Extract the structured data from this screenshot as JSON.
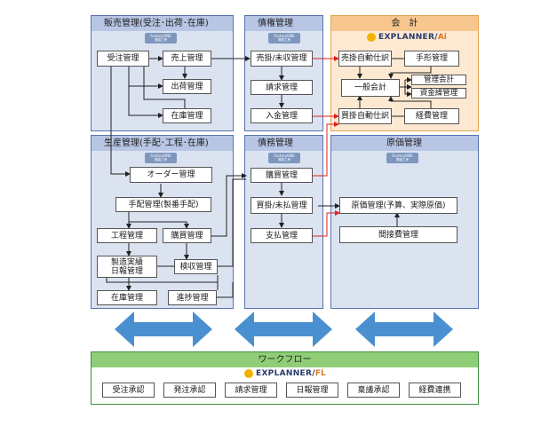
{
  "panels": {
    "sales": {
      "title": "販売管理(受注･出荷･在庫)",
      "logo_1": "FactoryONE",
      "logo_2": "電脳工房"
    },
    "receivables": {
      "title": "債権管理",
      "logo_1": "FactoryONE",
      "logo_2": "電脳工房"
    },
    "accounting": {
      "title": "会　計",
      "product_name": "EXPLANNER/",
      "product_suffix": "Ai"
    },
    "production": {
      "title": "生産管理(手配･工程･在庫)",
      "logo_1": "FactoryONE",
      "logo_2": "電脳工房"
    },
    "payables": {
      "title": "債務管理",
      "logo_1": "FactoryONE",
      "logo_2": "電脳工房"
    },
    "costing": {
      "title": "原価管理",
      "logo_1": "FactoryONE",
      "logo_2": "電脳工房"
    },
    "workflow": {
      "title": "ワークフロー",
      "product_name": "EXPLANNER/",
      "product_suffix": "FL"
    }
  },
  "boxes": {
    "order_mgmt": "受注管理",
    "sales_mgmt": "売上管理",
    "shipping_mgmt": "出荷管理",
    "inventory_mgmt_sales": "在庫管理",
    "ar_mgmt": "売掛/未収管理",
    "billing_mgmt": "請求管理",
    "deposit_mgmt": "入金管理",
    "sales_auto_journal": "売掛自動仕訳",
    "bill_mgmt": "手形管理",
    "general_ledger": "一般会計",
    "managerial_accounting": "管理会計",
    "cash_flow_mgmt": "資金繰管理",
    "purchase_auto_journal": "買掛自動仕訳",
    "expense_mgmt": "経費管理",
    "order_management": "オーダー管理",
    "arrangement_mgmt": "手配管理(製番手配)",
    "process_mgmt": "工程管理",
    "purchasing_mgmt_prod": "購買管理",
    "manufacturing_results": "製造実績\n日報管理",
    "acceptance_mgmt": "検収管理",
    "inventory_mgmt_prod": "在庫管理",
    "progress_mgmt": "進捗管理",
    "purchasing_mgmt": "購買管理",
    "ap_mgmt": "買掛/未払管理",
    "payment_mgmt": "支払管理",
    "cost_mgmt": "原価管理(予算、実際原価)",
    "indirect_cost_mgmt": "間接費管理"
  },
  "workflow_items": [
    "受注承認",
    "発注承認",
    "請求管理",
    "日報管理",
    "稟議承認",
    "経費連携"
  ],
  "colors": {
    "blue_panel": "#dbe3f1",
    "blue_header": "#b7c6e4",
    "orange_panel": "#fde9d2",
    "orange_header": "#f7c68f",
    "green_header": "#8fce76",
    "big_arrow": "#4a90d0",
    "red_line": "#e02020"
  }
}
